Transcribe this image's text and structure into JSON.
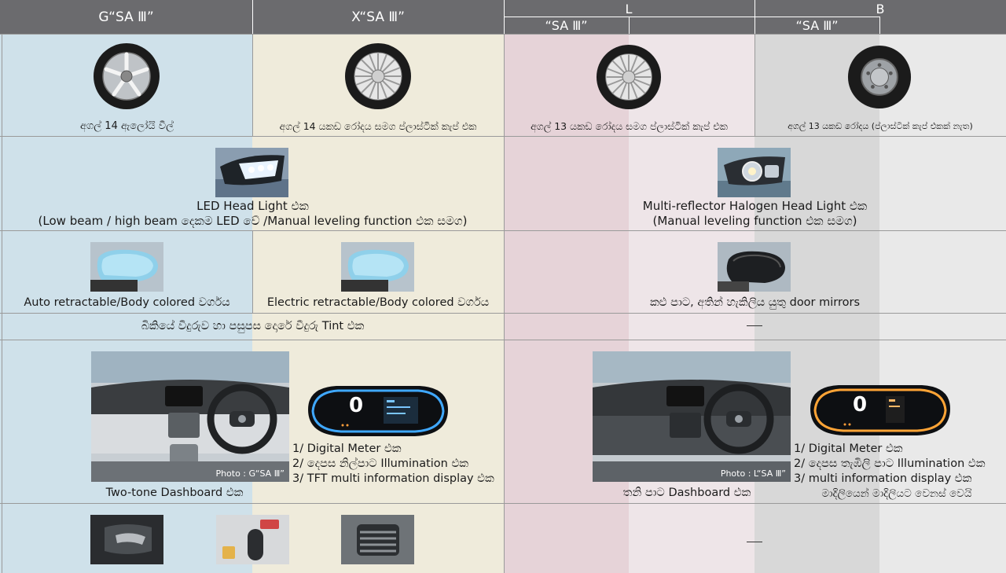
{
  "header": {
    "col_g": "G“SA Ⅲ”",
    "col_x": "X“SA Ⅲ”",
    "col_l": "L",
    "col_l_sub": "“SA Ⅲ”",
    "col_b": "B",
    "col_b_sub": "“SA Ⅲ”"
  },
  "rows": {
    "wheels": {
      "g": "අගල් 14 ඇලෝයි වීල්",
      "x": "අගල් 14 යකඩ රෝදය සමග ප්ලාස්ටික් කැප් එක",
      "l": "අගල් 13 යකඩ රෝදය සමග ප්ලාස්ටික් කැප් එක",
      "b": "අගල් 13 යකඩ රෝදය (ප්ලාස්ටික් කැප් එකක් නැත)"
    },
    "headlight": {
      "gx_line1": "LED Head Light එක",
      "gx_line2": "(Low beam / high beam දෙකම LED වේ /Manual leveling function එක සමග)",
      "lb_line1": "Multi-reflector Halogen Head Light එක",
      "lb_line2": "(Manual leveling function එක සමග)"
    },
    "mirrors": {
      "g": "Auto retractable/Body colored වර්ගය",
      "x": "Electric retractable/Body colored වර්ගය",
      "lb": "කළු පාට, අතින් හැකිලිය යුතු door mirrors"
    },
    "tint": {
      "gx": "බිකියේ වීදුරුව හා පසුපස දොරේ වීදුරු Tint එක"
    },
    "dashboard": {
      "gx_photo_caption": "Photo : G“SA Ⅲ”",
      "gx_caption": "Two-tone Dashboard එක",
      "gx_meter_1": "1/ Digital Meter එක",
      "gx_meter_2": "2/ දෙපස නිල්පාට Illumination එක",
      "gx_meter_3": "3/ TFT multi information display එක",
      "gx_meter_digit": "0",
      "lb_photo_caption": "Photo : L“SA Ⅲ”",
      "lb_caption": "තනි පාට Dashboard එක",
      "lb_meter_1": "1/ Digital Meter එක",
      "lb_meter_2": "2/ දෙපස තැඹිලි පාට Illumination එක",
      "lb_meter_3": "3/ multi information display එක",
      "lb_meter_4": "මාදිලියෙන් මාදිලියට වෙනස් වෙයි",
      "lb_meter_digit": "0"
    }
  },
  "icons": [
    "alloy-wheel-icon",
    "steel-wheel-icon",
    "led-headlight-icon",
    "halogen-headlight-icon",
    "mirror-icon",
    "door-handle-icon",
    "shift-lever-icon",
    "air-vent-icon"
  ],
  "colors": {
    "header_bg": "#6b6b6e",
    "g_bg": "#cfe1ea",
    "x_bg": "#efebdb",
    "l_bg_dark": "#e6d3d8",
    "l_bg_light": "#eee5e8",
    "b_bg_dark": "#d8d8d8",
    "b_bg_light": "#e9e9e9",
    "meter_blue": "#3fa8ff",
    "meter_orange": "#ffa436"
  }
}
